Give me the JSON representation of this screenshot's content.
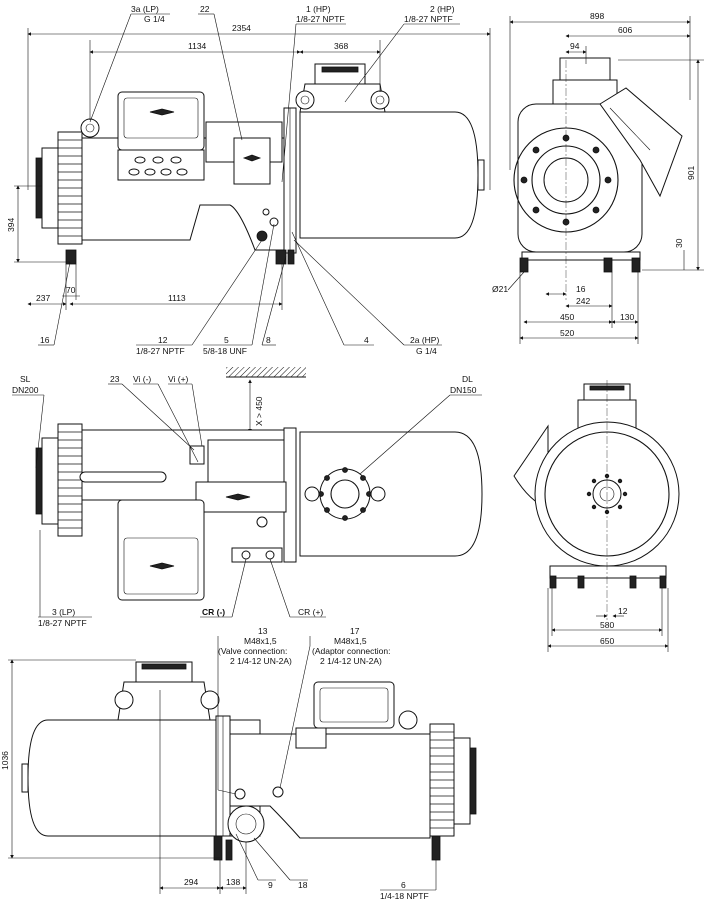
{
  "views": {
    "side_top": {
      "callouts": [
        {
          "id": "c3a",
          "num": "3a (LP)",
          "spec": "G 1/4"
        },
        {
          "id": "c22",
          "num": "22",
          "spec": ""
        },
        {
          "id": "c1",
          "num": "1 (HP)",
          "spec": "1/8-27 NPTF"
        },
        {
          "id": "c2",
          "num": "2 (HP)",
          "spec": "1/8-27 NPTF"
        },
        {
          "id": "c16",
          "num": "16",
          "spec": ""
        },
        {
          "id": "c12",
          "num": "12",
          "spec": "1/8-27 NPTF"
        },
        {
          "id": "c5",
          "num": "5",
          "spec": "5/8-18 UNF"
        },
        {
          "id": "c8",
          "num": "8",
          "spec": ""
        },
        {
          "id": "c4",
          "num": "4",
          "spec": ""
        },
        {
          "id": "c2a",
          "num": "2a (HP)",
          "spec": "G 1/4"
        }
      ],
      "dims": {
        "d2354": "2354",
        "d1134": "1134",
        "d368": "368",
        "d394": "394",
        "d237": "237",
        "d70": "70",
        "d1113": "1113"
      }
    },
    "end_top": {
      "dims": {
        "d898": "898",
        "d606": "606",
        "d94": "94",
        "d901": "901",
        "d30": "30",
        "d21": "Ø21",
        "d16": "16",
        "d242": "242",
        "d450": "450",
        "d130": "130",
        "d520": "520"
      }
    },
    "plan": {
      "callouts": [
        {
          "id": "sl",
          "num": "SL",
          "spec": "DN200"
        },
        {
          "id": "c23",
          "num": "23",
          "spec": ""
        },
        {
          "id": "vim",
          "num": "Vi (-)",
          "spec": ""
        },
        {
          "id": "vip",
          "num": "Vi (+)",
          "spec": ""
        },
        {
          "id": "dl",
          "num": "DL",
          "spec": "DN150"
        },
        {
          "id": "c3",
          "num": "3 (LP)",
          "spec": "1/8-27 NPTF"
        },
        {
          "id": "crm",
          "num": "CR (-)",
          "spec": ""
        },
        {
          "id": "crp",
          "num": "CR (+)",
          "spec": ""
        }
      ],
      "clearance": "X > 450"
    },
    "end_mid": {
      "dims": {
        "d12": "12",
        "d580": "580",
        "d650": "650"
      }
    },
    "side_bottom": {
      "callouts": [
        {
          "id": "c13",
          "lines": [
            "13",
            "M48x1,5",
            "(Valve connection:",
            "2 1/4-12 UN-2A)"
          ]
        },
        {
          "id": "c17",
          "lines": [
            "17",
            "M48x1,5",
            "(Adaptor connection:",
            "2 1/4-12 UN-2A)"
          ]
        },
        {
          "id": "c9",
          "lines": [
            "9"
          ]
        },
        {
          "id": "c18",
          "lines": [
            "18"
          ]
        },
        {
          "id": "c6",
          "lines": [
            "6",
            "1/4-18 NPTF"
          ]
        }
      ],
      "dims": {
        "d1036": "1036",
        "d294": "294",
        "d138": "138"
      }
    }
  }
}
